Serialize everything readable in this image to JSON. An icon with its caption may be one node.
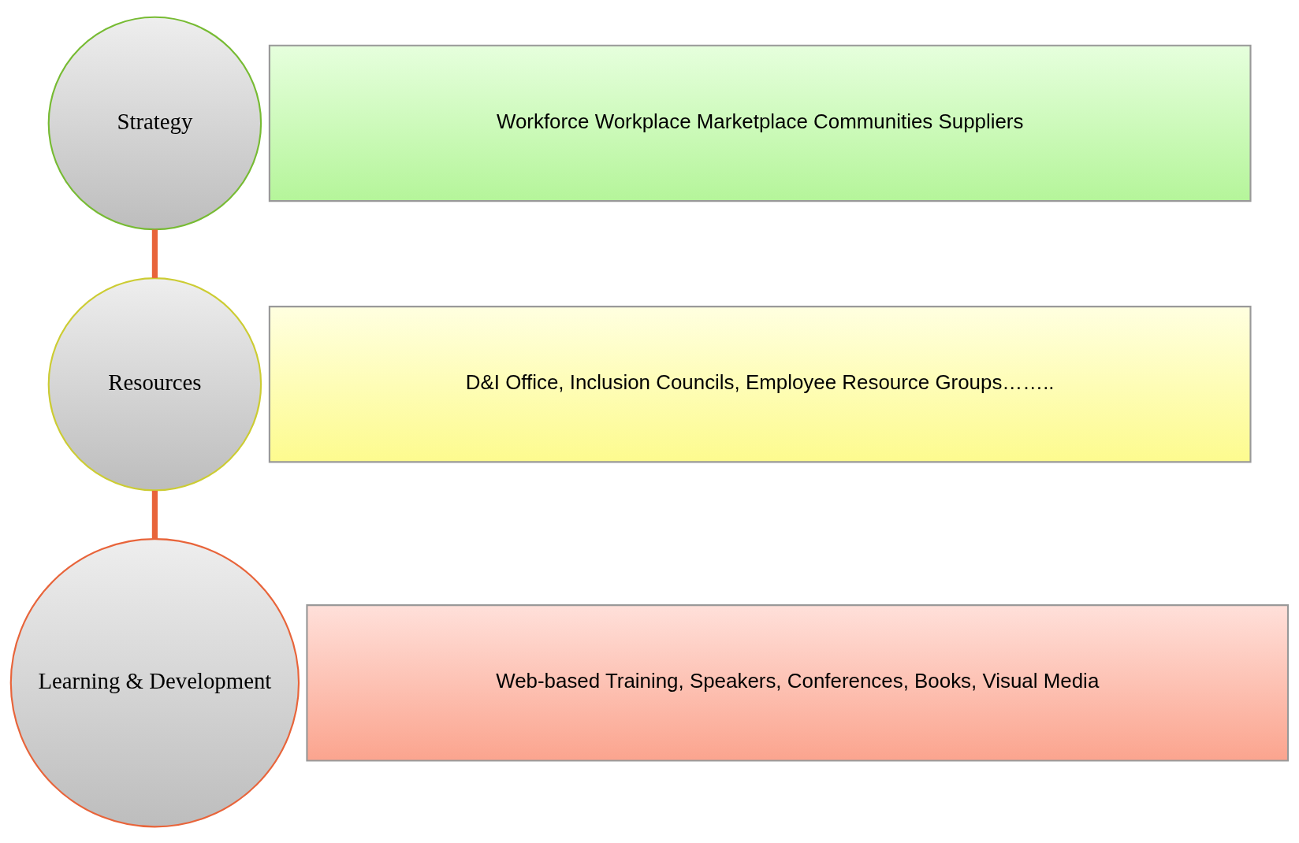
{
  "diagram": {
    "nodes": [
      {
        "text": [
          "Strategy"
        ]
      },
      {
        "text": [
          "Workforce Workplace Marketplace Communities Suppliers"
        ]
      },
      {
        "text": [
          "Resources"
        ]
      },
      {
        "text": [
          "D&I Office, Inclusion Councils, Employee Resource Groups…….."
        ]
      },
      {
        "text": [
          "Learning & Development"
        ]
      },
      {
        "text": [
          "Web-based Training, Speakers, Conferences, Books, Visual Media"
        ]
      }
    ],
    "edges": [
      {
        "from": 0,
        "to": 2,
        "arrow": "none"
      },
      {
        "from": 2,
        "to": 4,
        "arrow": "none"
      }
    ]
  }
}
